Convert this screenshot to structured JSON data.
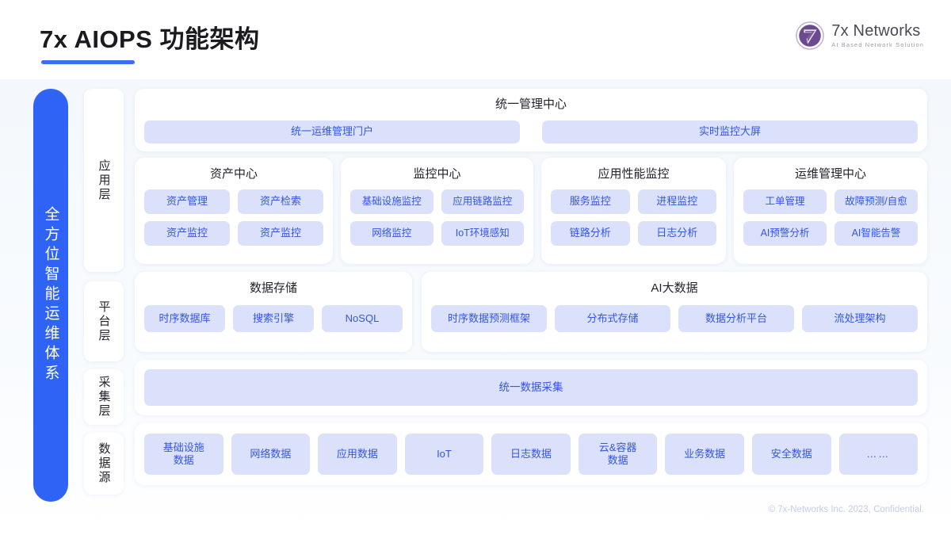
{
  "header": {
    "title": "7x AIOPS 功能架构",
    "logo_name": "7x Networks",
    "logo_tagline": "AI  Based  Network  Solution"
  },
  "spine": {
    "label": "全方位智能运维体系"
  },
  "layers": [
    {
      "label": "应用层"
    },
    {
      "label": "平台层"
    },
    {
      "label": "采集层"
    },
    {
      "label": "数据源"
    }
  ],
  "management": {
    "title": "统一管理中心",
    "chips": [
      "统一运维管理门户",
      "实时监控大屏"
    ]
  },
  "application_cards": [
    {
      "title": "资产中心",
      "chips": [
        "资产管理",
        "资产检索",
        "资产监控",
        "资产监控"
      ]
    },
    {
      "title": "监控中心",
      "chips": [
        "基础设施监控",
        "应用链路监控",
        "网络监控",
        "IoT环境感知"
      ]
    },
    {
      "title": "应用性能监控",
      "chips": [
        "服务监控",
        "进程监控",
        "链路分析",
        "日志分析"
      ]
    },
    {
      "title": "运维管理中心",
      "chips": [
        "工单管理",
        "故障预测/自愈",
        "AI预警分析",
        "AI智能告警"
      ]
    }
  ],
  "platform_cards": [
    {
      "title": "数据存储",
      "chips": [
        "时序数据库",
        "搜索引擎",
        "NoSQL"
      ]
    },
    {
      "title": "AI大数据",
      "chips": [
        "时序数据预测框架",
        "分布式存储",
        "数据分析平台",
        "流处理架构"
      ]
    }
  ],
  "collection": {
    "chip": "统一数据采集"
  },
  "data_sources": [
    "基础设施\n数据",
    "网络数据",
    "应用数据",
    "IoT",
    "日志数据",
    "云&容器\n数据",
    "业务数据",
    "安全数据",
    "……"
  ],
  "footer": {
    "text": "© 7x-Networks Inc. 2023, Confidential."
  },
  "colors": {
    "accent_blue": "#2f63f5",
    "chip_bg": "#dbe1fa",
    "chip_text": "#3456e0",
    "title_rule": "#3b6ef0",
    "logo_purple": "#6b4a8f",
    "footer_text": "#c3cee6"
  }
}
